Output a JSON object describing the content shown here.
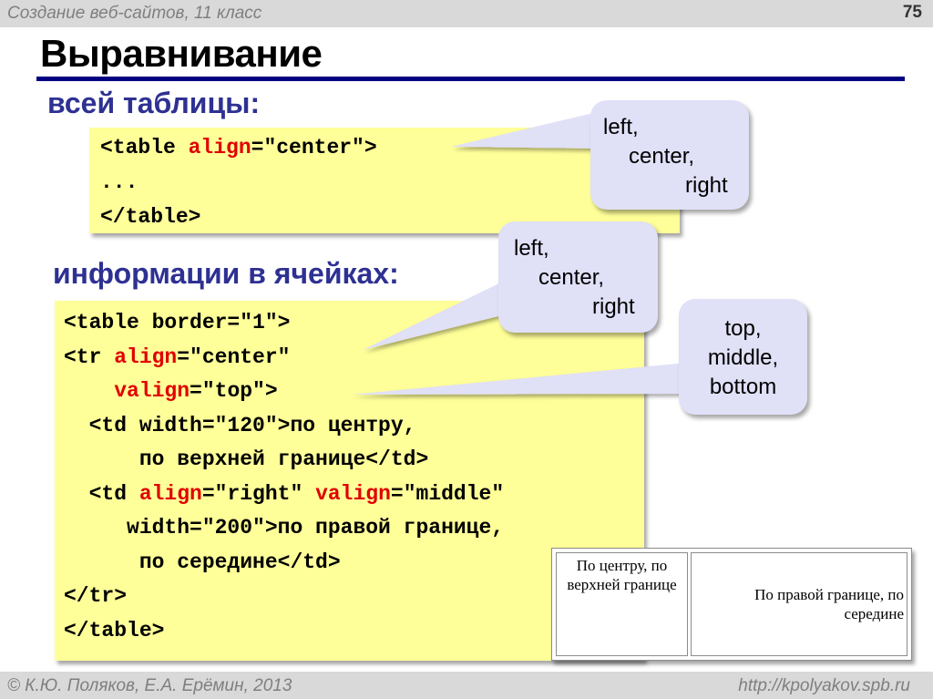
{
  "header": {
    "course": "Создание веб-сайтов, 11 класс",
    "page_number": "75"
  },
  "slide": {
    "title": "Выравнивание",
    "section1": {
      "heading": "всей таблицы:",
      "code": [
        [
          {
            "t": "<table "
          },
          {
            "t": "align",
            "kw": true
          },
          {
            "t": "=\"center\">"
          }
        ],
        [
          {
            "t": "..."
          }
        ],
        [
          {
            "t": "</table>"
          }
        ]
      ],
      "callout": [
        "left,",
        "center,",
        "right"
      ]
    },
    "section2": {
      "heading": "информации в ячейках:",
      "code": [
        [
          {
            "t": "<table border=\"1\">"
          }
        ],
        [
          {
            "t": "<tr "
          },
          {
            "t": "align",
            "kw": true
          },
          {
            "t": "=\"center\""
          }
        ],
        [
          {
            "t": "    "
          },
          {
            "t": "valign",
            "kw": true
          },
          {
            "t": "=\"top\">"
          }
        ],
        [
          {
            "t": "  <td width=\"120\">по центру,"
          }
        ],
        [
          {
            "t": "      по верхней границе</td>"
          }
        ],
        [
          {
            "t": "  <td "
          },
          {
            "t": "align",
            "kw": true
          },
          {
            "t": "=\"right\" "
          },
          {
            "t": "valign",
            "kw": true
          },
          {
            "t": "=\"middle\""
          }
        ],
        [
          {
            "t": "     width=\"200\">по правой границе,"
          }
        ],
        [
          {
            "t": "      по середине</td>"
          }
        ],
        [
          {
            "t": "</tr>"
          }
        ],
        [
          {
            "t": "</table>"
          }
        ]
      ],
      "callout_align": [
        "left,",
        "center,",
        "right"
      ],
      "callout_valign": [
        "top,",
        "middle,",
        "bottom"
      ]
    },
    "demo_table": {
      "cell1": "По центру, по верхней границе",
      "cell2": "По правой границе, по середине"
    }
  },
  "footer": {
    "copyright": "© К.Ю. Поляков, Е.А. Ерёмин, 2013",
    "url": "http://kpolyakov.spb.ru"
  },
  "colors": {
    "code_bg": "#ffff99",
    "callout_bg": "#e0e0f7",
    "heading": "#2e3192",
    "keyword": "#e00000",
    "title_rule": "#000080",
    "bar_bg": "#d9d9d9"
  }
}
